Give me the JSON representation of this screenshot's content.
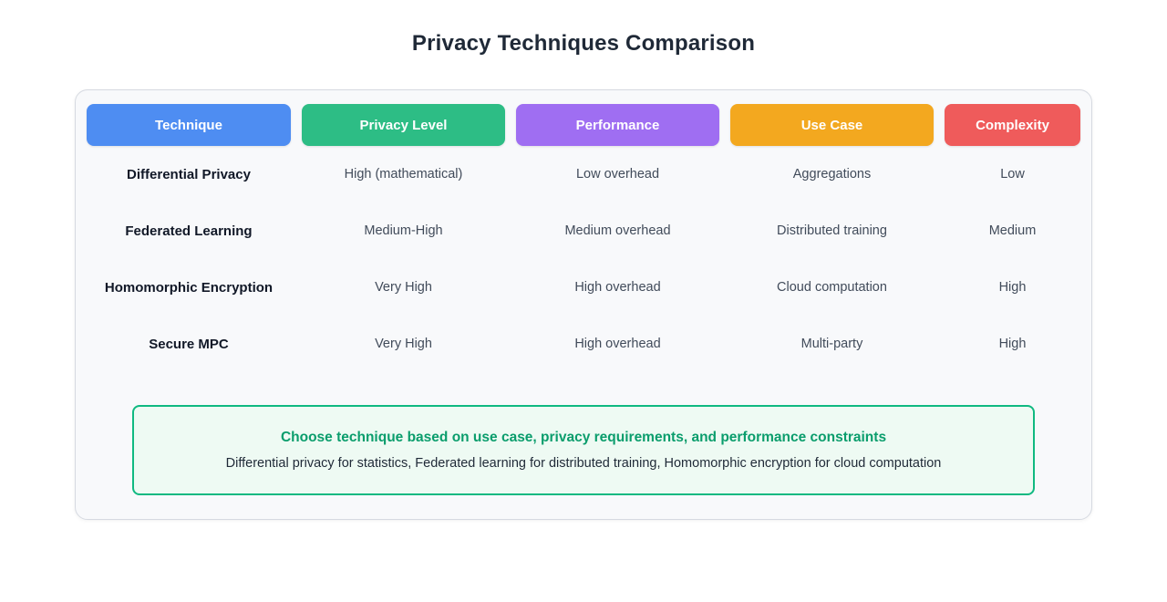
{
  "page": {
    "title": "Privacy Techniques Comparison"
  },
  "table": {
    "columns": [
      {
        "label": "Technique",
        "color": "#4e8df2"
      },
      {
        "label": "Privacy Level",
        "color": "#2dbd85"
      },
      {
        "label": "Performance",
        "color": "#9f6ef2"
      },
      {
        "label": "Use Case",
        "color": "#f3a81f"
      },
      {
        "label": "Complexity",
        "color": "#ef5b5b"
      }
    ],
    "rows": [
      {
        "technique": "Differential Privacy",
        "privacy_level": "High (mathematical)",
        "performance": "Low overhead",
        "use_case": "Aggregations",
        "complexity": "Low"
      },
      {
        "technique": "Federated Learning",
        "privacy_level": "Medium-High",
        "performance": "Medium overhead",
        "use_case": "Distributed training",
        "complexity": "Medium"
      },
      {
        "technique": "Homomorphic Encryption",
        "privacy_level": "Very High",
        "performance": "High overhead",
        "use_case": "Cloud computation",
        "complexity": "High"
      },
      {
        "technique": "Secure MPC",
        "privacy_level": "Very High",
        "performance": "High overhead",
        "use_case": "Multi-party",
        "complexity": "High"
      }
    ]
  },
  "callout": {
    "title": "Choose technique based on use case, privacy requirements, and performance constraints",
    "subtitle": "Differential privacy for statistics, Federated learning for distributed training, Homomorphic encryption for cloud computation"
  },
  "colors": {
    "page_background": "#ffffff",
    "card_background": "#f8f9fb",
    "card_border": "#d6dae1",
    "callout_background": "#eefaf3",
    "callout_border": "#10b981",
    "callout_title_text": "#0a9d6c",
    "title_text": "#1f2937",
    "value_text": "#414b5a"
  }
}
